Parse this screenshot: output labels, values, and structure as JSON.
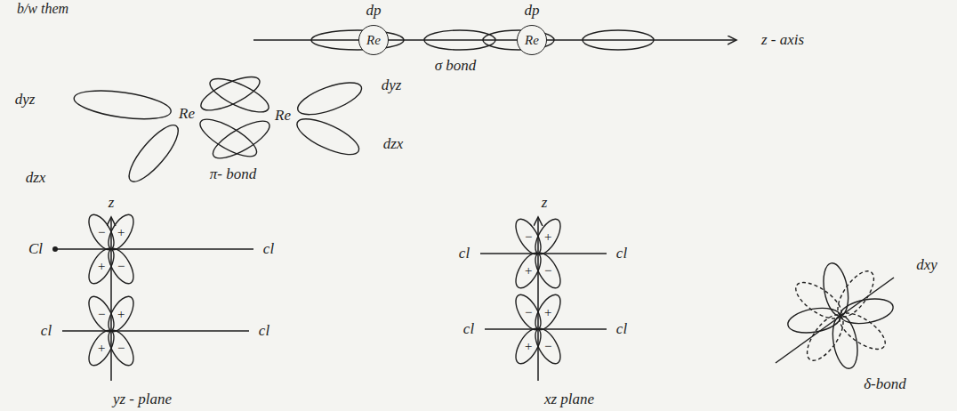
{
  "diagram": {
    "nodes": [
      {
        "text": [
          "Re"
        ]
      },
      {
        "text": [
          "Re"
        ]
      }
    ],
    "labels": [
      "b/w them",
      "dp",
      "dp",
      "z - axis",
      "σ bond",
      "dyz",
      "Re",
      "Re",
      "dyz",
      "dzx",
      "π- bond",
      "dzx",
      "z",
      "Cl",
      "cl",
      "cl",
      "cl",
      "−",
      "+",
      "+",
      "−",
      "−",
      "+",
      "+",
      "−",
      "yz - plane",
      "z",
      "cl",
      "cl",
      "cl",
      "cl",
      "−",
      "+",
      "+",
      "−",
      "−",
      "+",
      "+",
      "−",
      "xz plane",
      "dxy",
      "δ-bond"
    ]
  }
}
